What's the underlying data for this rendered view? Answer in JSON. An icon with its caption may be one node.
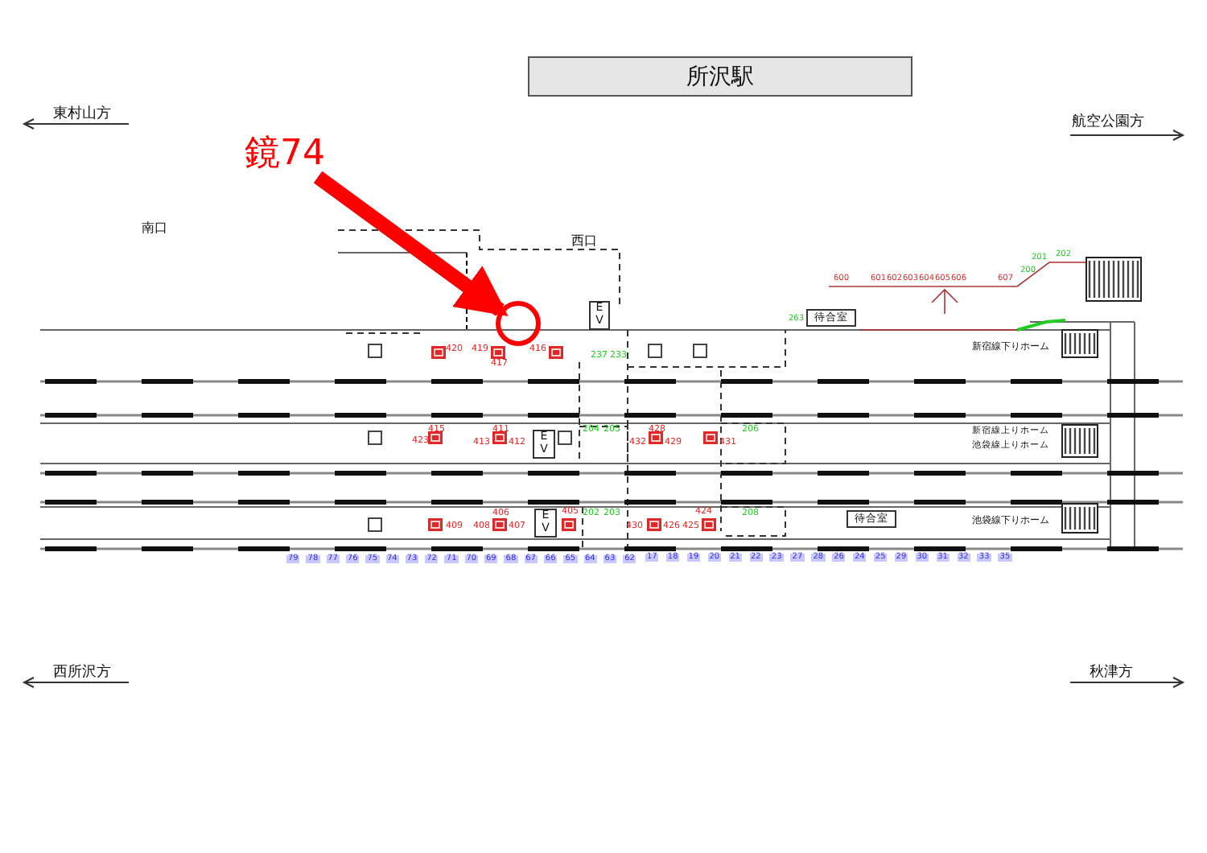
{
  "diagram": {
    "nodes": [
      {
        "text": [
          "所沢駅"
        ]
      },
      {
        "text": [
          "鏡74"
        ]
      },
      {
        "text": [],
        "shape": "circle"
      },
      {
        "text": [
          "EV"
        ]
      },
      {
        "text": [
          "EV"
        ]
      },
      {
        "text": [
          "EV"
        ]
      },
      {
        "text": [
          "待合室"
        ]
      },
      {
        "text": [
          "待合室"
        ]
      }
    ],
    "edges": [
      {
        "from": 1,
        "to": 2,
        "arrow": "to",
        "color": "#ff0000"
      }
    ],
    "labels": [
      "東村山方",
      "航空公園方",
      "南口",
      "西口",
      "600",
      "601",
      "602",
      "603",
      "604",
      "605",
      "606",
      "607",
      "200",
      "201",
      "202",
      "263",
      "420",
      "419",
      "416",
      "237",
      "233",
      "新宿線下りホーム",
      "417",
      "415",
      "423",
      "411",
      "413",
      "412",
      "204",
      "205",
      "428",
      "432",
      "429",
      "206",
      "431",
      "新宿線上りホーム",
      "池袋線上りホーム",
      "406",
      "405",
      "409",
      "408",
      "407",
      "202",
      "203",
      "424",
      "430",
      "426",
      "425",
      "208",
      "池袋線下りホーム",
      "79",
      "78",
      "77",
      "76",
      "75",
      "74",
      "73",
      "72",
      "71",
      "70",
      "69",
      "68",
      "67",
      "66",
      "65",
      "64",
      "63",
      "62",
      "17",
      "18",
      "19",
      "20",
      "21",
      "22",
      "23",
      "27",
      "28",
      "26",
      "24",
      "25",
      "29",
      "30",
      "31",
      "32",
      "33",
      "35",
      "西所沢方",
      "秋津方"
    ]
  }
}
